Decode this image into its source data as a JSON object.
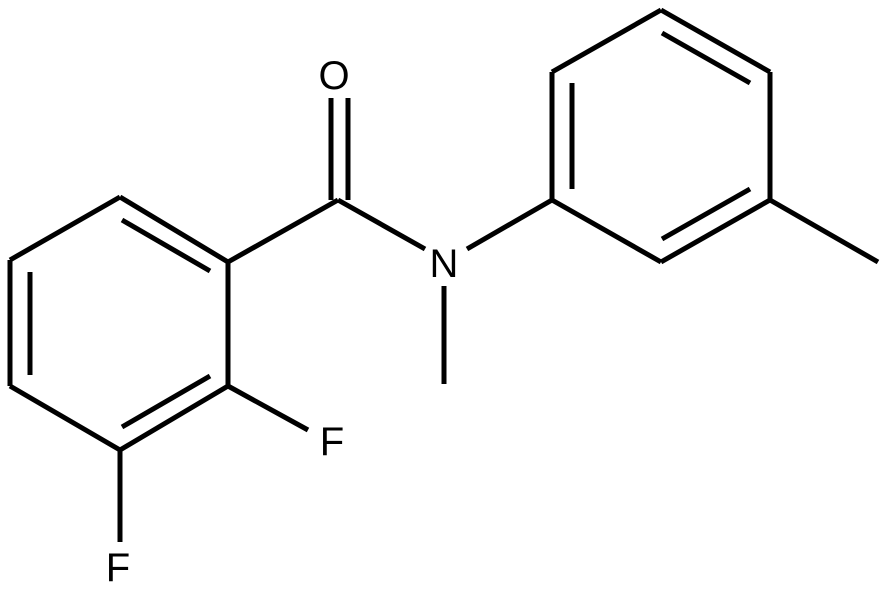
{
  "structure": {
    "atoms": {
      "O": "O",
      "N": "N",
      "F1": "F",
      "F2": "F"
    }
  }
}
